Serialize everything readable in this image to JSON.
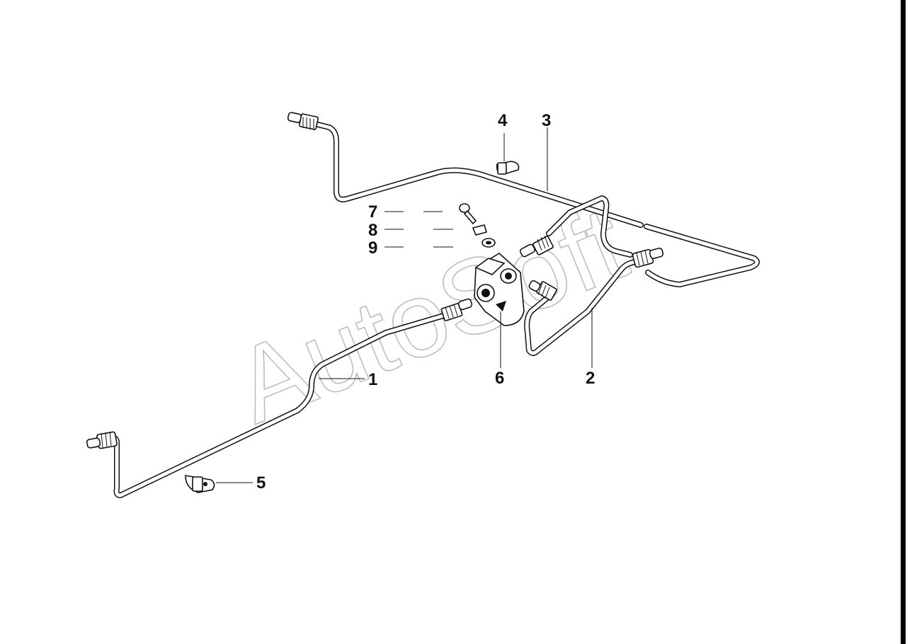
{
  "callouts": {
    "c1": "1",
    "c2": "2",
    "c3": "3",
    "c4": "4",
    "c5": "5",
    "c6": "6",
    "c7": "7",
    "c8": "8",
    "c9": "9"
  },
  "watermark": "AutoSoft",
  "colors": {
    "line": "#111111",
    "background": "#ffffff",
    "watermark": "#bdbdbd"
  }
}
